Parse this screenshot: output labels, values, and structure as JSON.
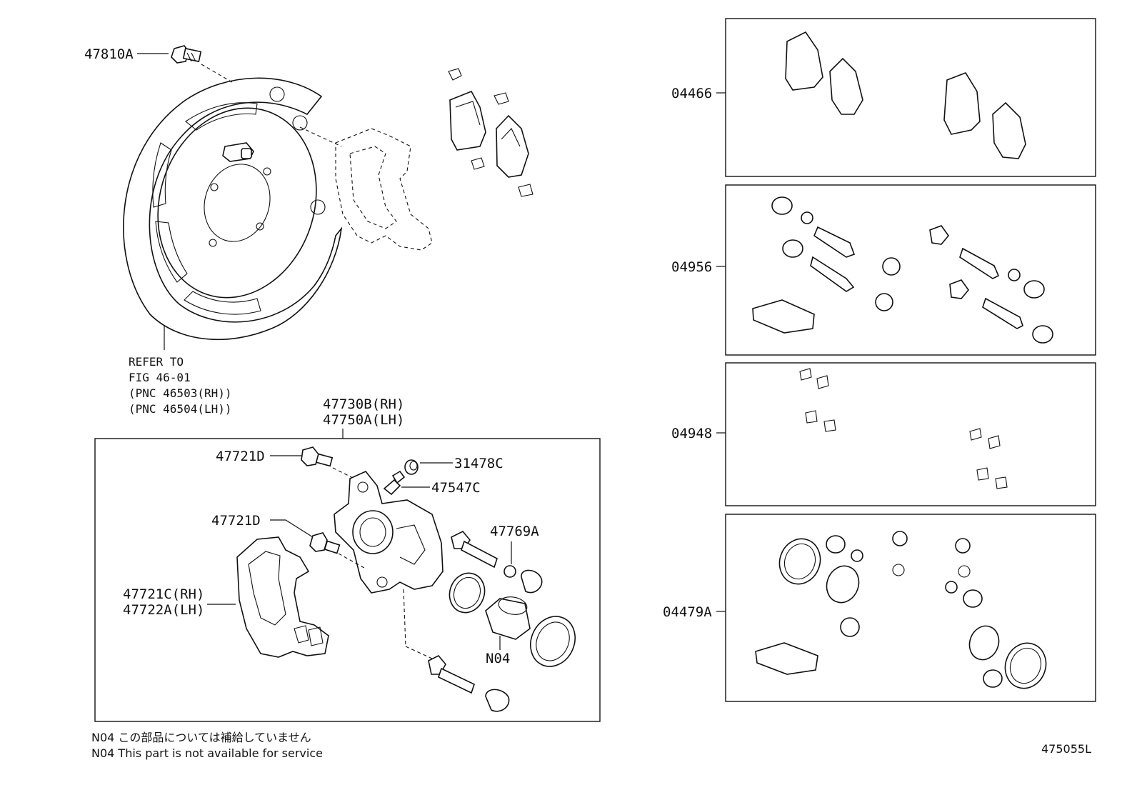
{
  "labels": {
    "screw_47810a": "47810A",
    "refer_line1": "REFER TO",
    "refer_line2": "FIG 46-01",
    "refer_line3": "(PNC 46503(RH))",
    "refer_line4": "(PNC 46504(LH))",
    "caliper_rh": "47730B(RH)",
    "caliper_lh": "47750A(LH)",
    "bolt_top": "47721D",
    "bolt_mid": "47721D",
    "cap_31478c": "31478C",
    "bleeder_47547c": "47547C",
    "bushing_47769a": "47769A",
    "mount_rh": "47721C(RH)",
    "mount_lh": "47722A(LH)",
    "n04": "N04"
  },
  "kits": [
    {
      "code": "04466"
    },
    {
      "code": "04956"
    },
    {
      "code": "04948"
    },
    {
      "code": "04479A"
    }
  ],
  "notes": {
    "jp": "N04  この部品については補給していません",
    "en": "N04  This part is not available for service"
  },
  "figure_code": "475055L"
}
